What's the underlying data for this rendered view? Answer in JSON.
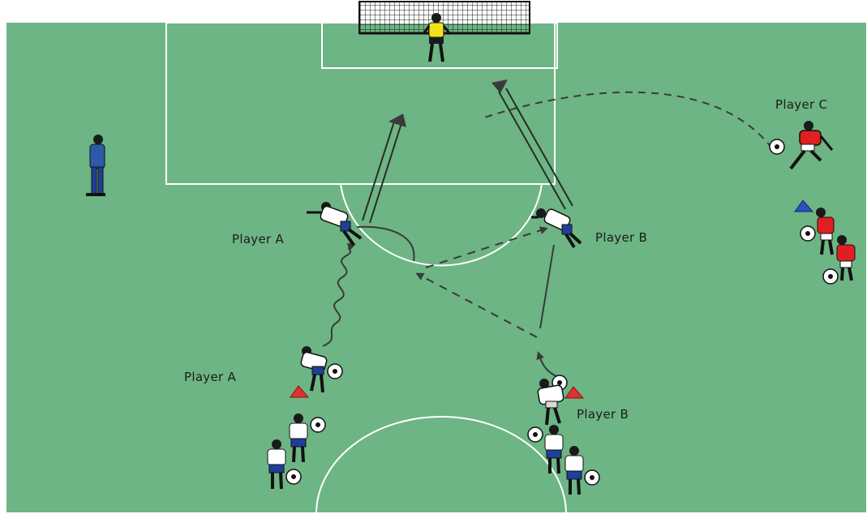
{
  "diagram": {
    "colors": {
      "grass": "#6db584",
      "lines": "#ffffff",
      "arrow": "#3a3a3a",
      "team_a_shirt": "#ffffff",
      "team_a_shorts": "#1f3f99",
      "team_c_shirt": "#e02020",
      "goalkeeper_shirt": "#f2e21a",
      "cone_red": "#e03030",
      "cone_blue": "#2a4fbf"
    },
    "labels": {
      "player_a_run": "Player A",
      "player_b_run": "Player B",
      "player_c": "Player C",
      "player_a_start": "Player A",
      "player_b_start": "Player B"
    }
  }
}
